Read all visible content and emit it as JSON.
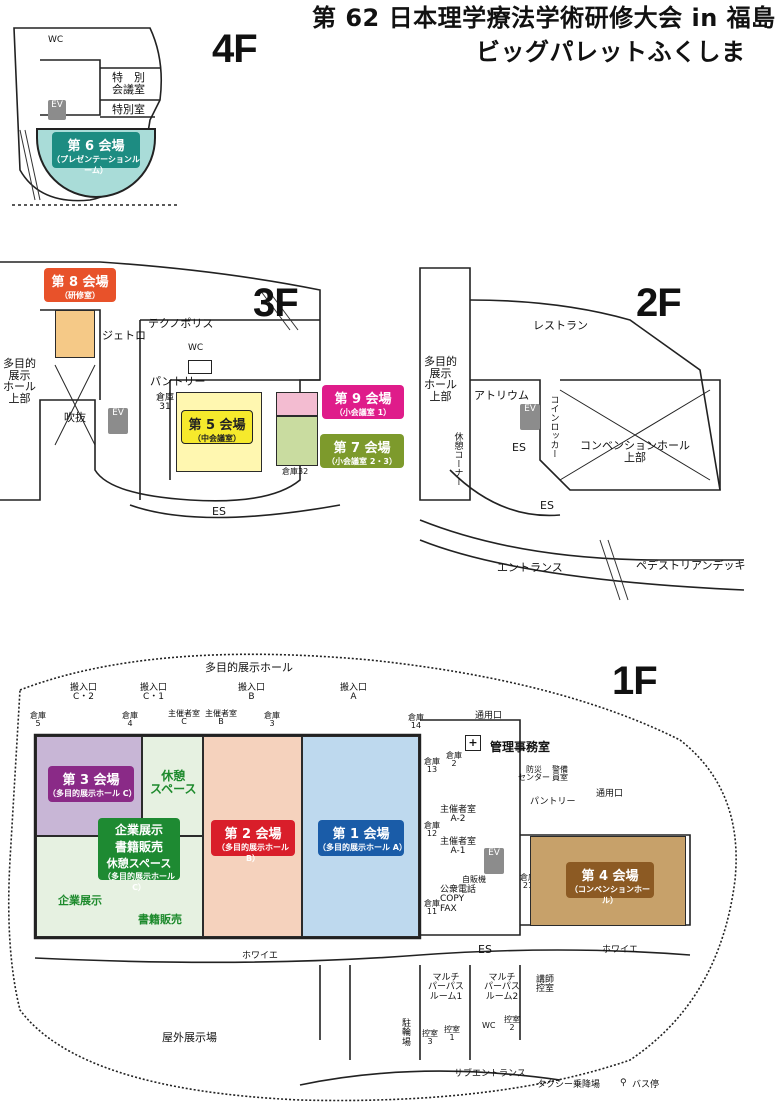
{
  "title": {
    "line1": "第 62 日本理学療法学術研修大会 in 福島",
    "line2": "ビッグパレットふくしま"
  },
  "floors": {
    "f4": "4F",
    "f3": "3F",
    "f2": "2F",
    "f1": "1F"
  },
  "colors": {
    "venue6": "#a9dcd8",
    "venue8_badge": "#e8522a",
    "venue8_area": "#f5c987",
    "venue5": "#fff7b0",
    "venue5_badge": "#f6e92c",
    "venue9_badge": "#df1c8a",
    "venue9_area": "#f3bcd1",
    "venue7_badge": "#7d9a2c",
    "venue7_area": "#c9dca0",
    "venue3": "#c8b6d6",
    "venue3_badge": "#8a2a87",
    "exhibit": "#e6f1e1",
    "exhibit_badge": "#1e8a32",
    "venue2": "#f5d2bd",
    "venue2_badge": "#d91e2a",
    "venue1": "#bed9ee",
    "venue1_badge": "#1a5ca8",
    "venue4": "#c7a16a",
    "venue4_badge": "#8c5a23"
  },
  "icons": [
    "elevator-icon",
    "escalator-icon",
    "toilet-icon",
    "first-aid-icon",
    "bus-stop-icon",
    "phone-icon"
  ],
  "f4": {
    "wc": "WC",
    "special_meeting": "特　別\n会議室",
    "special_room": "特別室",
    "ev": "EV",
    "venue6": {
      "name": "第 6 会場",
      "sub": "（プレゼンテーションルーム）"
    }
  },
  "f3": {
    "venue8": {
      "name": "第 8 会場",
      "sub": "（研修室）"
    },
    "jetro": "ジェトロ",
    "technopolis": "テクノポリス",
    "multi_hall": "多目的\n展示\nホール\n上部",
    "fukinuke": "吹抜",
    "ev": "EV",
    "wc": "WC",
    "pantry": "パントリー",
    "storage31": "倉庫\n31",
    "venue5": {
      "name": "第 5 会場",
      "sub": "（中会議室）"
    },
    "venue9": {
      "name": "第 9 会場",
      "sub": "（小会議室 1）"
    },
    "venue7": {
      "name": "第 7 会場",
      "sub": "（小会議室 2・3）"
    },
    "storage32": "倉庫32",
    "es": "ES"
  },
  "f2": {
    "restaurant": "レストラン",
    "multi_hall": "多目的\n展示\nホール\n上部",
    "atrium": "アトリウム",
    "ev": "EV",
    "coin_locker": "コインロッカー",
    "rest_corner": "休憩コーナー",
    "es1": "ES",
    "es2": "ES",
    "convention_upper": "コンベンションホール\n上部",
    "entrance": "エントランス",
    "pedestrian_deck": "ペデストリアンデッキ"
  },
  "f1": {
    "multi_hall_title": "多目的展示ホール",
    "dock": [
      {
        "label": "搬入口\nC・2"
      },
      {
        "label": "搬入口\nC・1"
      },
      {
        "label": "搬入口\nB"
      },
      {
        "label": "搬入口\nA"
      }
    ],
    "storage5": "倉庫\n5",
    "storage4": "倉庫\n4",
    "organizer_c": "主催者室\nC",
    "organizer_b": "主催者室\nB",
    "storage3": "倉庫\n3",
    "storage14": "倉庫\n14",
    "storage13": "倉庫\n13",
    "storage2": "倉庫\n2",
    "storage12": "倉庫\n12",
    "storage11": "倉庫\n11",
    "storage21": "倉庫\n21",
    "venue3": {
      "name": "第 3 会場",
      "sub": "（多目的展示ホール C）"
    },
    "rest_space": "休憩\nスペース",
    "exhibit_combo": {
      "line1": "企業展示",
      "line2": "書籍販売",
      "line3": "休憩スペース",
      "sub": "（多目的展示ホール C）"
    },
    "exhibit": "企業展示",
    "books": "書籍販売",
    "venue2": {
      "name": "第 2 会場",
      "sub": "（多目的展示ホール B）"
    },
    "venue1": {
      "name": "第 1 会場",
      "sub": "（多目的展示ホール A）"
    },
    "service_door1": "通用口",
    "service_door2": "通用口",
    "management": "管理事務室",
    "disaster": "防災\nセンター",
    "guard": "警備\n員室",
    "pantry": "パントリー",
    "org_a2": "主催者室\nA-2",
    "org_a1": "主催者室\nA-1",
    "phone_copy": "公衆電話\nCOPY\nFAX",
    "vending": "自販機",
    "ev": "EV",
    "es": "ES",
    "venue4": {
      "name": "第 4 会場",
      "sub": "（コンベンションホール）"
    },
    "foyer1": "ホワイエ",
    "foyer2": "ホワイエ",
    "multi1": "マルチ\nパーパス\nルーム1",
    "multi2": "マルチ\nパーパス\nルーム2",
    "lecturer": "講師\n控室",
    "parking": "駐\n輪\n場",
    "waiting3": "控室\n3",
    "waiting1": "控室\n1",
    "waiting2": "控室\n2",
    "wc": "WC",
    "outdoor": "屋外展示場",
    "sub_entrance": "サブエントランス",
    "taxi": "タクシー乗降場",
    "bus": "バス停"
  }
}
